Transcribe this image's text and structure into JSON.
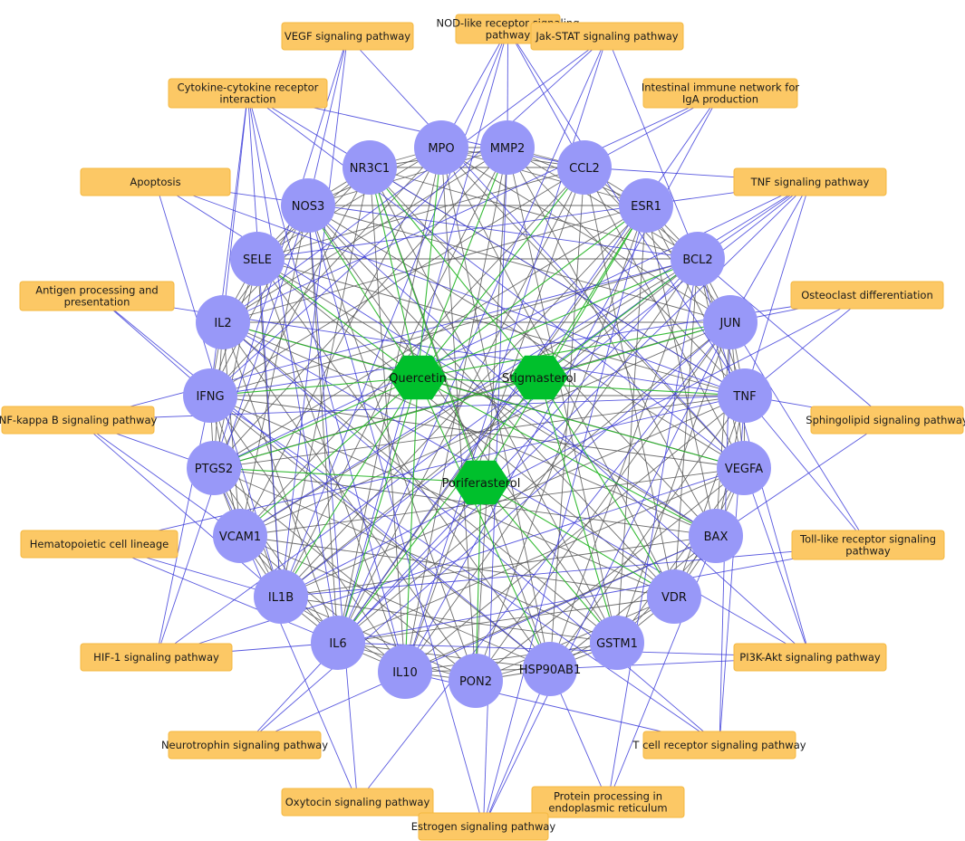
{
  "colors": {
    "pathway_fill": "#fcc865",
    "pathway_stroke": "#f4b840",
    "gene_fill": "#9898f8",
    "compound_fill": "#00c02c",
    "edge_pathway_gene": "#3b3bd9",
    "edge_gene_gene": "#555555",
    "edge_compound_gene": "#22b522"
  },
  "compounds": [
    {
      "id": "quercetin",
      "label": "Quercetin"
    },
    {
      "id": "stigmasterol",
      "label": "Stigmasterol"
    },
    {
      "id": "poriferasterol",
      "label": "Poriferasterol"
    }
  ],
  "genes": [
    {
      "id": "MPO",
      "label": "MPO"
    },
    {
      "id": "MMP2",
      "label": "MMP2"
    },
    {
      "id": "CCL2",
      "label": "CCL2"
    },
    {
      "id": "ESR1",
      "label": "ESR1"
    },
    {
      "id": "BCL2",
      "label": "BCL2"
    },
    {
      "id": "JUN",
      "label": "JUN"
    },
    {
      "id": "TNF",
      "label": "TNF"
    },
    {
      "id": "VEGFA",
      "label": "VEGFA"
    },
    {
      "id": "BAX",
      "label": "BAX"
    },
    {
      "id": "VDR",
      "label": "VDR"
    },
    {
      "id": "GSTM1",
      "label": "GSTM1"
    },
    {
      "id": "HSP90AB1",
      "label": "HSP90AB1"
    },
    {
      "id": "PON2",
      "label": "PON2"
    },
    {
      "id": "IL10",
      "label": "IL10"
    },
    {
      "id": "IL6",
      "label": "IL6"
    },
    {
      "id": "IL1B",
      "label": "IL1B"
    },
    {
      "id": "VCAM1",
      "label": "VCAM1"
    },
    {
      "id": "PTGS2",
      "label": "PTGS2"
    },
    {
      "id": "IFNG",
      "label": "IFNG"
    },
    {
      "id": "IL2",
      "label": "IL2"
    },
    {
      "id": "SELE",
      "label": "SELE"
    },
    {
      "id": "NOS3",
      "label": "NOS3"
    },
    {
      "id": "NR3C1",
      "label": "NR3C1"
    }
  ],
  "pathways": [
    {
      "id": "nod",
      "lines": [
        "NOD-like receptor signaling",
        "pathway"
      ]
    },
    {
      "id": "vegf",
      "lines": [
        "VEGF signaling pathway"
      ]
    },
    {
      "id": "jak",
      "lines": [
        "Jak-STAT signaling pathway"
      ]
    },
    {
      "id": "cytokine",
      "lines": [
        "Cytokine-cytokine receptor",
        "interaction"
      ]
    },
    {
      "id": "iga",
      "lines": [
        "Intestinal immune network for",
        "IgA production"
      ]
    },
    {
      "id": "apoptosis",
      "lines": [
        "Apoptosis"
      ]
    },
    {
      "id": "tnfp",
      "lines": [
        "TNF signaling pathway"
      ]
    },
    {
      "id": "antigen",
      "lines": [
        "Antigen processing and",
        "presentation"
      ]
    },
    {
      "id": "osteo",
      "lines": [
        "Osteoclast differentiation"
      ]
    },
    {
      "id": "nfkb",
      "lines": [
        "NF-kappa B signaling pathway"
      ]
    },
    {
      "id": "sphingo",
      "lines": [
        "Sphingolipid signaling pathway"
      ]
    },
    {
      "id": "hema",
      "lines": [
        "Hematopoietic cell lineage"
      ]
    },
    {
      "id": "toll",
      "lines": [
        "Toll-like receptor signaling",
        "pathway"
      ]
    },
    {
      "id": "hif",
      "lines": [
        "HIF-1 signaling pathway"
      ]
    },
    {
      "id": "pi3k",
      "lines": [
        "PI3K-Akt signaling pathway"
      ]
    },
    {
      "id": "neuro",
      "lines": [
        "Neurotrophin signaling pathway"
      ]
    },
    {
      "id": "tcell",
      "lines": [
        "T cell receptor signaling pathway"
      ]
    },
    {
      "id": "oxy",
      "lines": [
        "Oxytocin signaling pathway"
      ]
    },
    {
      "id": "protein",
      "lines": [
        "Protein processing in",
        "endoplasmic reticulum"
      ]
    },
    {
      "id": "estrogen",
      "lines": [
        "Estrogen signaling pathway"
      ]
    }
  ],
  "pathway_edges": [
    [
      "nod",
      "MPO"
    ],
    [
      "nod",
      "MMP2"
    ],
    [
      "nod",
      "CCL2"
    ],
    [
      "nod",
      "IL6"
    ],
    [
      "nod",
      "TNF"
    ],
    [
      "nod",
      "IL1B"
    ],
    [
      "vegf",
      "NOS3"
    ],
    [
      "vegf",
      "PTGS2"
    ],
    [
      "vegf",
      "VEGFA"
    ],
    [
      "vegf",
      "IL1B"
    ],
    [
      "jak",
      "IL6"
    ],
    [
      "jak",
      "IL10"
    ],
    [
      "jak",
      "IL2"
    ],
    [
      "jak",
      "IFNG"
    ],
    [
      "jak",
      "BCL2"
    ],
    [
      "cytokine",
      "IL6"
    ],
    [
      "cytokine",
      "IL10"
    ],
    [
      "cytokine",
      "IL2"
    ],
    [
      "cytokine",
      "IFNG"
    ],
    [
      "cytokine",
      "TNF"
    ],
    [
      "cytokine",
      "CCL2"
    ],
    [
      "cytokine",
      "IL1B"
    ],
    [
      "cytokine",
      "VEGFA"
    ],
    [
      "iga",
      "IL10"
    ],
    [
      "iga",
      "IL2"
    ],
    [
      "iga",
      "IL6"
    ],
    [
      "iga",
      "CCL2"
    ],
    [
      "apoptosis",
      "BCL2"
    ],
    [
      "apoptosis",
      "BAX"
    ],
    [
      "apoptosis",
      "TNF"
    ],
    [
      "apoptosis",
      "IL1B"
    ],
    [
      "tnfp",
      "TNF"
    ],
    [
      "tnfp",
      "IL6"
    ],
    [
      "tnfp",
      "CCL2"
    ],
    [
      "tnfp",
      "JUN"
    ],
    [
      "tnfp",
      "PTGS2"
    ],
    [
      "tnfp",
      "VCAM1"
    ],
    [
      "tnfp",
      "SELE"
    ],
    [
      "tnfp",
      "IL1B"
    ],
    [
      "tnfp",
      "BCL2"
    ],
    [
      "antigen",
      "IFNG"
    ],
    [
      "antigen",
      "TNF"
    ],
    [
      "antigen",
      "HSP90AB1"
    ],
    [
      "osteo",
      "TNF"
    ],
    [
      "osteo",
      "JUN"
    ],
    [
      "osteo",
      "IFNG"
    ],
    [
      "osteo",
      "IL1B"
    ],
    [
      "nfkb",
      "TNF"
    ],
    [
      "nfkb",
      "IL1B"
    ],
    [
      "nfkb",
      "BCL2"
    ],
    [
      "nfkb",
      "PTGS2"
    ],
    [
      "nfkb",
      "VCAM1"
    ],
    [
      "sphingo",
      "TNF"
    ],
    [
      "sphingo",
      "BAX"
    ],
    [
      "sphingo",
      "BCL2"
    ],
    [
      "hema",
      "IL6"
    ],
    [
      "hema",
      "IL1B"
    ],
    [
      "hema",
      "TNF"
    ],
    [
      "toll",
      "TNF"
    ],
    [
      "toll",
      "IL6"
    ],
    [
      "toll",
      "IL1B"
    ],
    [
      "toll",
      "JUN"
    ],
    [
      "hif",
      "VEGFA"
    ],
    [
      "hif",
      "IL6"
    ],
    [
      "hif",
      "NOS3"
    ],
    [
      "hif",
      "IFNG"
    ],
    [
      "hif",
      "BCL2"
    ],
    [
      "pi3k",
      "BCL2"
    ],
    [
      "pi3k",
      "IL2"
    ],
    [
      "pi3k",
      "IL6"
    ],
    [
      "pi3k",
      "NOS3"
    ],
    [
      "pi3k",
      "VEGFA"
    ],
    [
      "pi3k",
      "HSP90AB1"
    ],
    [
      "neuro",
      "JUN"
    ],
    [
      "neuro",
      "BAX"
    ],
    [
      "neuro",
      "BCL2"
    ],
    [
      "tcell",
      "IL2"
    ],
    [
      "tcell",
      "IL10"
    ],
    [
      "tcell",
      "IFNG"
    ],
    [
      "tcell",
      "TNF"
    ],
    [
      "tcell",
      "JUN"
    ],
    [
      "oxy",
      "NOS3"
    ],
    [
      "oxy",
      "PTGS2"
    ],
    [
      "oxy",
      "JUN"
    ],
    [
      "protein",
      "BAX"
    ],
    [
      "protein",
      "BCL2"
    ],
    [
      "protein",
      "HSP90AB1"
    ],
    [
      "estrogen",
      "ESR1"
    ],
    [
      "estrogen",
      "HSP90AB1"
    ],
    [
      "estrogen",
      "JUN"
    ],
    [
      "estrogen",
      "MMP2"
    ],
    [
      "estrogen",
      "NOS3"
    ]
  ],
  "compound_edges": [
    [
      "quercetin",
      "MPO"
    ],
    [
      "quercetin",
      "MMP2"
    ],
    [
      "quercetin",
      "CCL2"
    ],
    [
      "quercetin",
      "ESR1"
    ],
    [
      "quercetin",
      "BCL2"
    ],
    [
      "quercetin",
      "JUN"
    ],
    [
      "quercetin",
      "TNF"
    ],
    [
      "quercetin",
      "VEGFA"
    ],
    [
      "quercetin",
      "BAX"
    ],
    [
      "quercetin",
      "IL10"
    ],
    [
      "quercetin",
      "IL6"
    ],
    [
      "quercetin",
      "IL1B"
    ],
    [
      "quercetin",
      "VCAM1"
    ],
    [
      "quercetin",
      "PTGS2"
    ],
    [
      "quercetin",
      "IFNG"
    ],
    [
      "quercetin",
      "IL2"
    ],
    [
      "quercetin",
      "SELE"
    ],
    [
      "quercetin",
      "NOS3"
    ],
    [
      "quercetin",
      "NR3C1"
    ],
    [
      "quercetin",
      "HSP90AB1"
    ],
    [
      "stigmasterol",
      "ESR1"
    ],
    [
      "stigmasterol",
      "BCL2"
    ],
    [
      "stigmasterol",
      "JUN"
    ],
    [
      "stigmasterol",
      "PTGS2"
    ],
    [
      "stigmasterol",
      "VDR"
    ],
    [
      "stigmasterol",
      "GSTM1"
    ],
    [
      "stigmasterol",
      "NR3C1"
    ],
    [
      "stigmasterol",
      "IL6"
    ],
    [
      "poriferasterol",
      "VDR"
    ],
    [
      "poriferasterol",
      "PON2"
    ],
    [
      "poriferasterol",
      "GSTM1"
    ],
    [
      "poriferasterol",
      "ESR1"
    ],
    [
      "poriferasterol",
      "NR3C1"
    ],
    [
      "poriferasterol",
      "PTGS2"
    ]
  ]
}
